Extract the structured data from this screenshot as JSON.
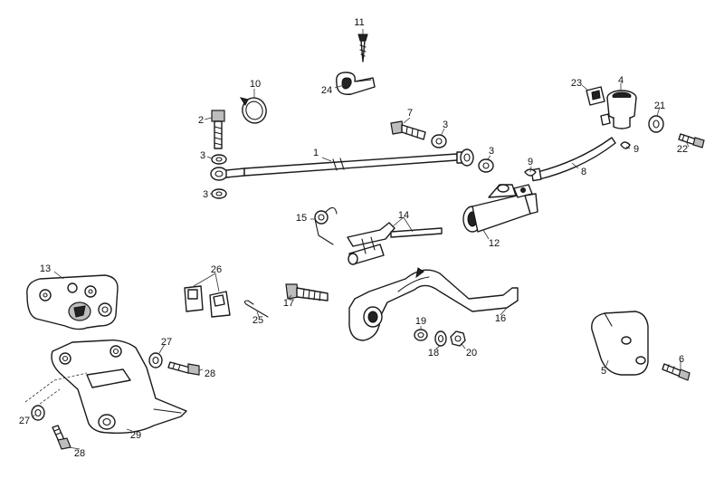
{
  "callouts": {
    "c1": "1",
    "c2": "2",
    "c3a": "3",
    "c3b": "3",
    "c3c": "3",
    "c3d": "3",
    "c4": "4",
    "c5": "5",
    "c6": "6",
    "c7": "7",
    "c8": "8",
    "c9a": "9",
    "c9b": "9",
    "c10": "10",
    "c11": "11",
    "c12": "12",
    "c13": "13",
    "c14": "14",
    "c15": "15",
    "c16": "16",
    "c17": "17",
    "c18": "18",
    "c19": "19",
    "c20": "20",
    "c21": "21",
    "c22": "22",
    "c23": "23",
    "c24": "24",
    "c25": "25",
    "c26": "26",
    "c27a": "27",
    "c27b": "27",
    "c28a": "28",
    "c28b": "28",
    "c29": "29"
  }
}
